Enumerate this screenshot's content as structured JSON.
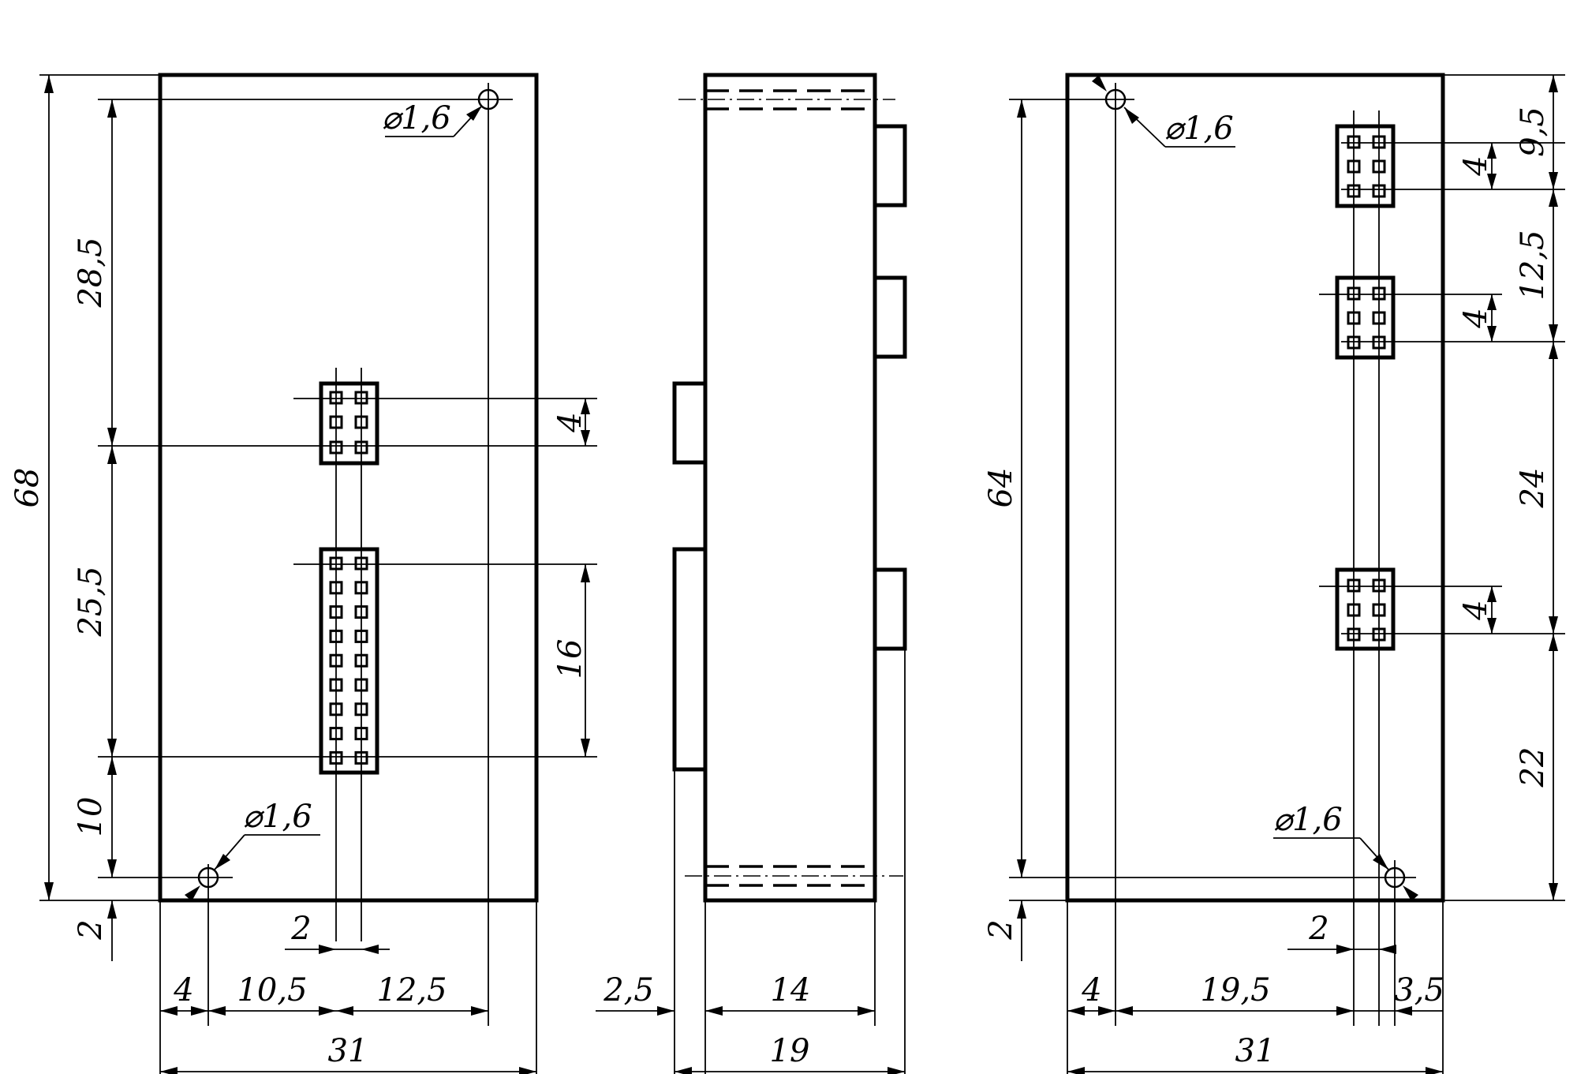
{
  "views": {
    "front": {
      "height_total": "68",
      "dim_top_to_conn": "28,5",
      "dim_conn_to_conn": "25,5",
      "dim_conn_to_hole": "10",
      "dim_hole_bottom": "2",
      "hole_label": "⌀1,6",
      "hole_label_2": "⌀1,6",
      "small_conn_pitch": "4",
      "big_conn_length": "16",
      "pin_pitch": "2",
      "dim_left": "4",
      "dim_mid": "10,5",
      "dim_right": "12,5",
      "width_total": "31"
    },
    "side": {
      "offset": "2,5",
      "depth": "14",
      "width_total": "19"
    },
    "back": {
      "height_total": "64",
      "hole_label": "⌀1,6",
      "hole_label_2": "⌀1,6",
      "dim_hole_bottom": "2",
      "dim_top": "9,5",
      "dim_12_5": "12,5",
      "dim_24": "24",
      "dim_22": "22",
      "conn_pitch_1": "4",
      "conn_pitch_2": "4",
      "conn_pitch_3": "4",
      "pin_pitch": "2",
      "dim_left": "4",
      "dim_mid": "19,5",
      "dim_right": "3,5",
      "width_total": "31"
    }
  }
}
